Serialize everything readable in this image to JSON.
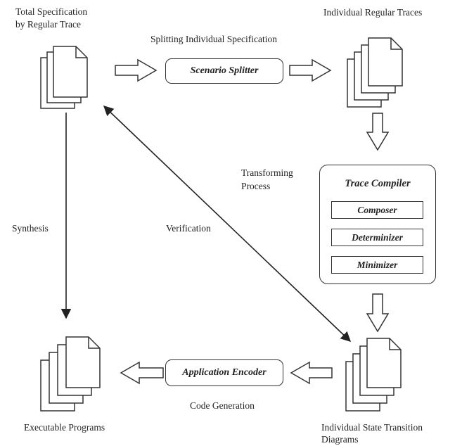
{
  "labels": {
    "total_spec_line1": "Total Specification",
    "total_spec_line2": "by Regular Trace",
    "individual_regular_traces": "Individual Regular Traces",
    "splitting": "Splitting Individual Specification",
    "transforming_line1": "Transforming",
    "transforming_line2": "Process",
    "synthesis": "Synthesis",
    "verification": "Verification",
    "code_generation": "Code Generation",
    "executable_programs": "Executable Programs",
    "istd_line1": "Individual State Transition",
    "istd_line2": "Diagrams"
  },
  "boxes": {
    "scenario_splitter": "Scenario Splitter",
    "trace_compiler": "Trace Compiler",
    "composer": "Composer",
    "determinizer": "Determinizer",
    "minimizer": "Minimizer",
    "application_encoder": "Application Encoder"
  },
  "colors": {
    "stroke": "#333333",
    "text": "#222222",
    "background": "#ffffff"
  }
}
